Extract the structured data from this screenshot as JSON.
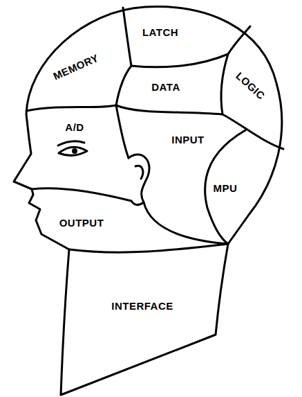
{
  "diagram": {
    "nodes": [
      {
        "text": [
          "MEMORY"
        ]
      },
      {
        "text": [
          "LATCH"
        ]
      },
      {
        "text": [
          "DATA"
        ]
      },
      {
        "text": [
          "LOGIC"
        ]
      },
      {
        "text": [
          "A/D"
        ]
      },
      {
        "text": [
          "INPUT"
        ]
      },
      {
        "text": [
          "MPU"
        ]
      },
      {
        "text": [
          "OUTPUT"
        ]
      },
      {
        "text": [
          "INTERFACE"
        ]
      }
    ]
  }
}
